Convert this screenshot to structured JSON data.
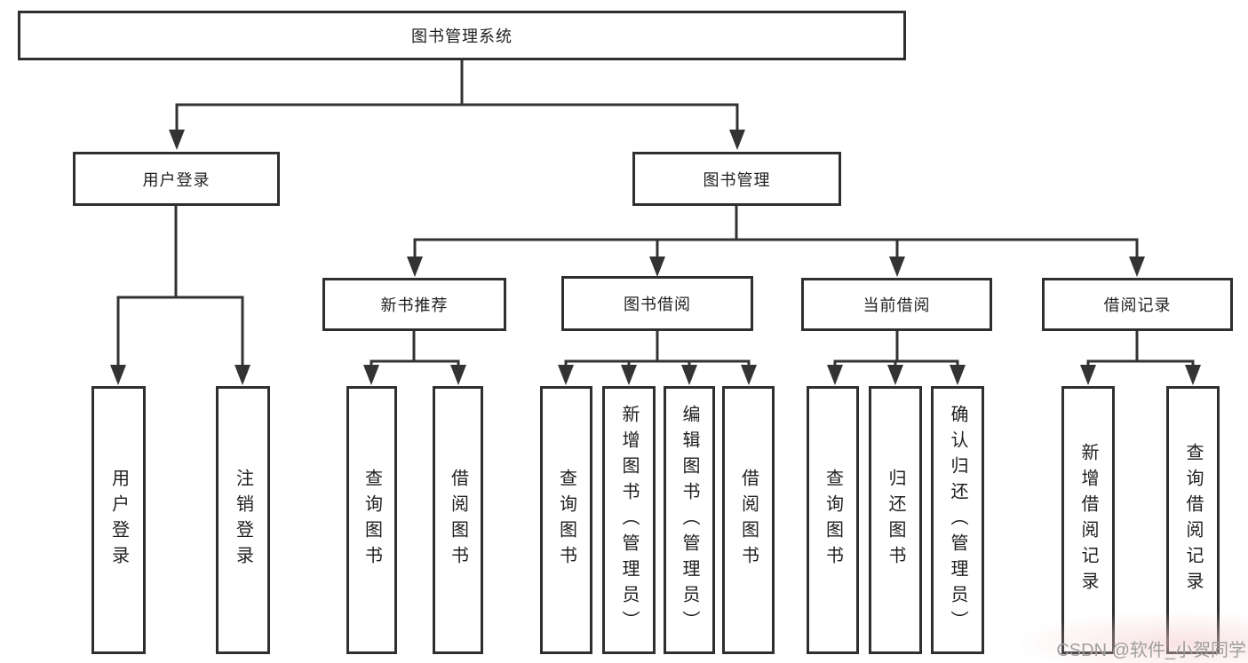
{
  "tree": {
    "label": "图书管理系统",
    "children": [
      {
        "label": "用户登录",
        "children": [
          {
            "label": "用户登录"
          },
          {
            "label": "注销登录"
          }
        ]
      },
      {
        "label": "图书管理",
        "children": [
          {
            "label": "新书推荐",
            "children": [
              {
                "label": "查询图书"
              },
              {
                "label": "借阅图书"
              }
            ]
          },
          {
            "label": "图书借阅",
            "children": [
              {
                "label": "查询图书"
              },
              {
                "label": "新增图书（管理员）"
              },
              {
                "label": "编辑图书（管理员）"
              },
              {
                "label": "借阅图书"
              }
            ]
          },
          {
            "label": "当前借阅",
            "children": [
              {
                "label": "查询图书"
              },
              {
                "label": "归还图书"
              },
              {
                "label": "确认归还（管理员）"
              }
            ]
          },
          {
            "label": "借阅记录",
            "children": [
              {
                "label": "新增借阅记录"
              },
              {
                "label": "查询借阅记录"
              }
            ]
          }
        ]
      }
    ]
  },
  "watermark": {
    "text": "CSDN @软件_小贺同学"
  },
  "colors": {
    "line": "#333333",
    "box_border": "#2f2f2f",
    "text": "#1f1f1f",
    "watermark_text": "#9e9e9e",
    "watermark_tint": "#f5cdcd",
    "background": "#ffffff"
  }
}
